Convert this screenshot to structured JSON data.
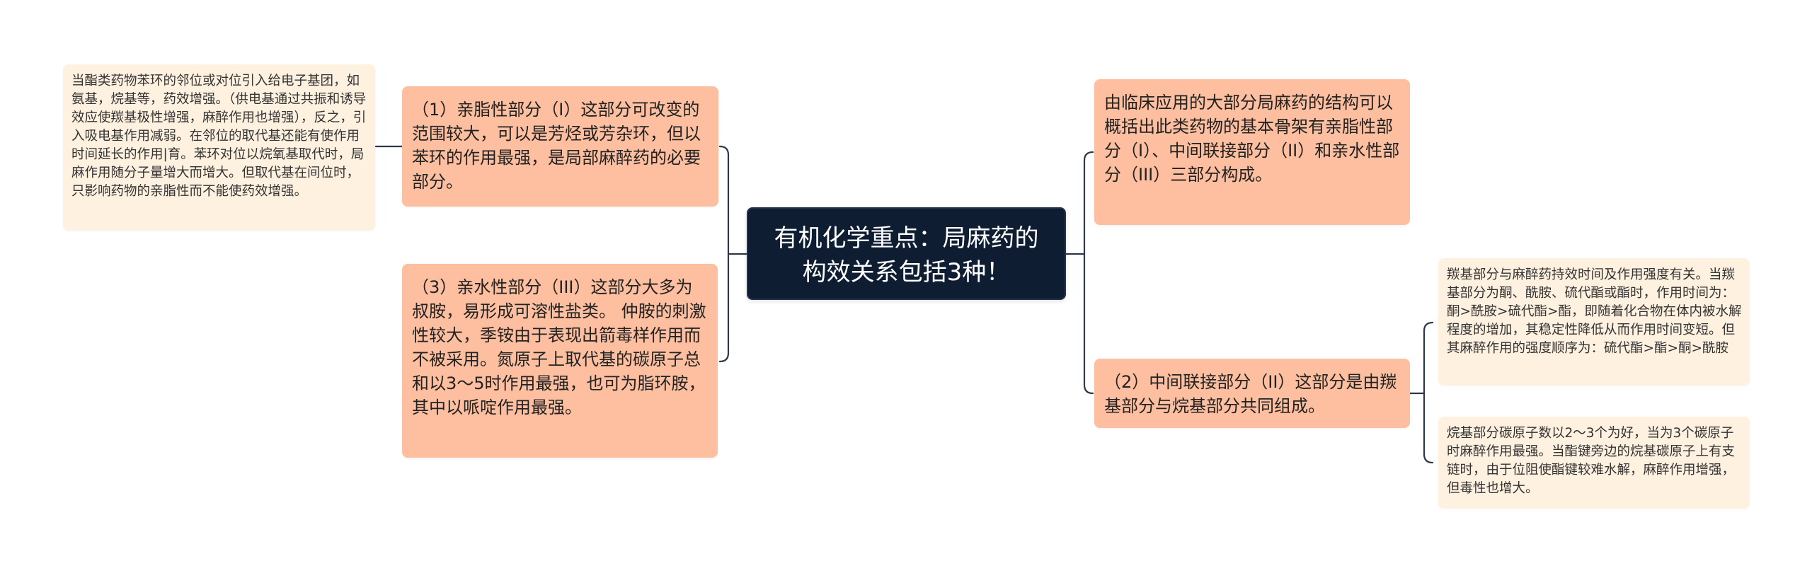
{
  "diagram": {
    "center": {
      "title": "有机化学重点：局麻药的构效关系包括3种！"
    },
    "left": [
      {
        "text": "（1）亲脂性部分（I）这部分可改变的范围较大，可以是芳烃或芳杂环，但以苯环的作用最强，是局部麻醉药的必要部分。",
        "child": "当酯类药物苯环的邻位或对位引入给电子基团，如氨基，烷基等，药效增强。（供电基通过共振和诱导效应使羰基极性增强，麻醉作用也增强），反之，引入吸电基作用减弱。在邻位的取代基还能有使作用时间延长的作用|育。苯环对位以烷氧基取代时，局麻作用随分子量增大而增大。但取代基在间位时，只影响药物的亲脂性而不能使药效增强。"
      },
      {
        "text": "（3）亲水性部分（III）这部分大多为叔胺，易形成可溶性盐类。 仲胺的刺激性较大，季铵由于表现出箭毒样作用而不被采用。氮原子上取代基的碳原子总和以3～5时作用最强，也可为脂环胺，其中以哌啶作用最强。"
      }
    ],
    "right": [
      {
        "text": "由临床应用的大部分局麻药的结构可以概括出此类药物的基本骨架有亲脂性部分（I）、中间联接部分（II）和亲水性部分（III）三部分构成。"
      },
      {
        "text": "（2）中间联接部分（II）这部分是由羰基部分与烷基部分共同组成。",
        "children": [
          "羰基部分与麻醉药持效时间及作用强度有关。当羰基部分为酮、酰胺、硫代酯或酯时，作用时间为：酮>酰胺>硫代酯>酯，即随着化合物在体内被水解程度的增加，其稳定性降低从而作用时间变短。但其麻醉作用的强度顺序为：硫代酯>酯>酮>酰胺",
          "烷基部分碳原子数以2～3个为好，当为3个碳原子时麻醉作用最强。当酯键旁边的烷基碳原子上有支链时，由于位阻使酯键较难水解，麻醉作用增强，但毒性也增大。"
        ]
      }
    ],
    "colors": {
      "center_bg": "#0f1d33",
      "main_bg": "#fdbf9f",
      "leaf_bg": "#fff1df",
      "connector": "#2d3748"
    }
  }
}
